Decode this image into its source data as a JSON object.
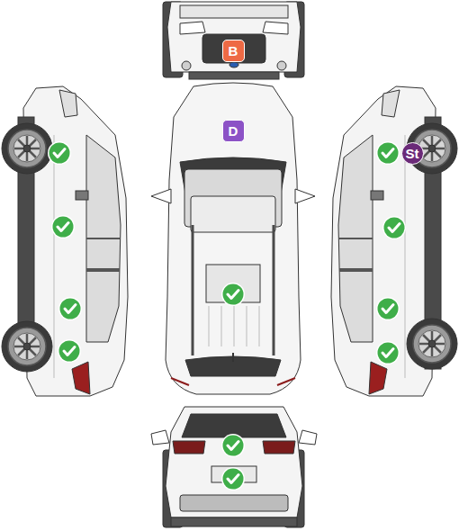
{
  "diagram": {
    "nodes": [
      {
        "text": [
          "B"
        ]
      },
      {
        "text": [
          "D"
        ]
      },
      {
        "text": [
          "St"
        ]
      }
    ]
  }
}
